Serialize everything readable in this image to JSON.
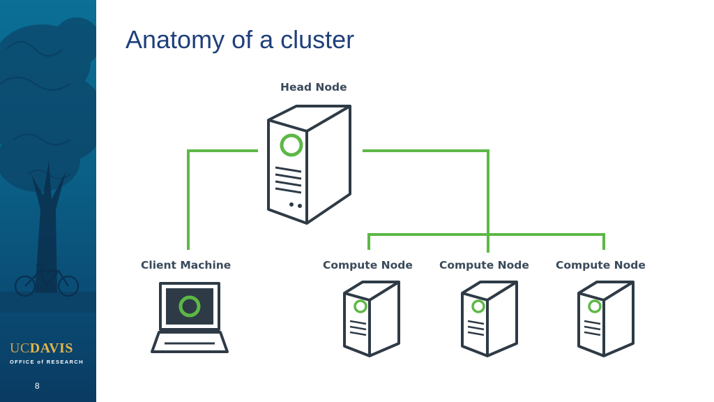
{
  "slide": {
    "title": "Anatomy of a cluster",
    "page_number": "8"
  },
  "branding": {
    "logo_uc": "UC",
    "logo_davis": "DAVIS",
    "logo_subtitle": "OFFICE of RESEARCH"
  },
  "diagram": {
    "head_node_label": "Head Node",
    "client_label": "Client Machine",
    "compute_labels": [
      "Compute Node",
      "Compute Node",
      "Compute Node"
    ]
  },
  "colors": {
    "link": "#5db846",
    "outline": "#2e3b46",
    "title": "#1f3f7a",
    "sidebar": "#0a5f86"
  }
}
